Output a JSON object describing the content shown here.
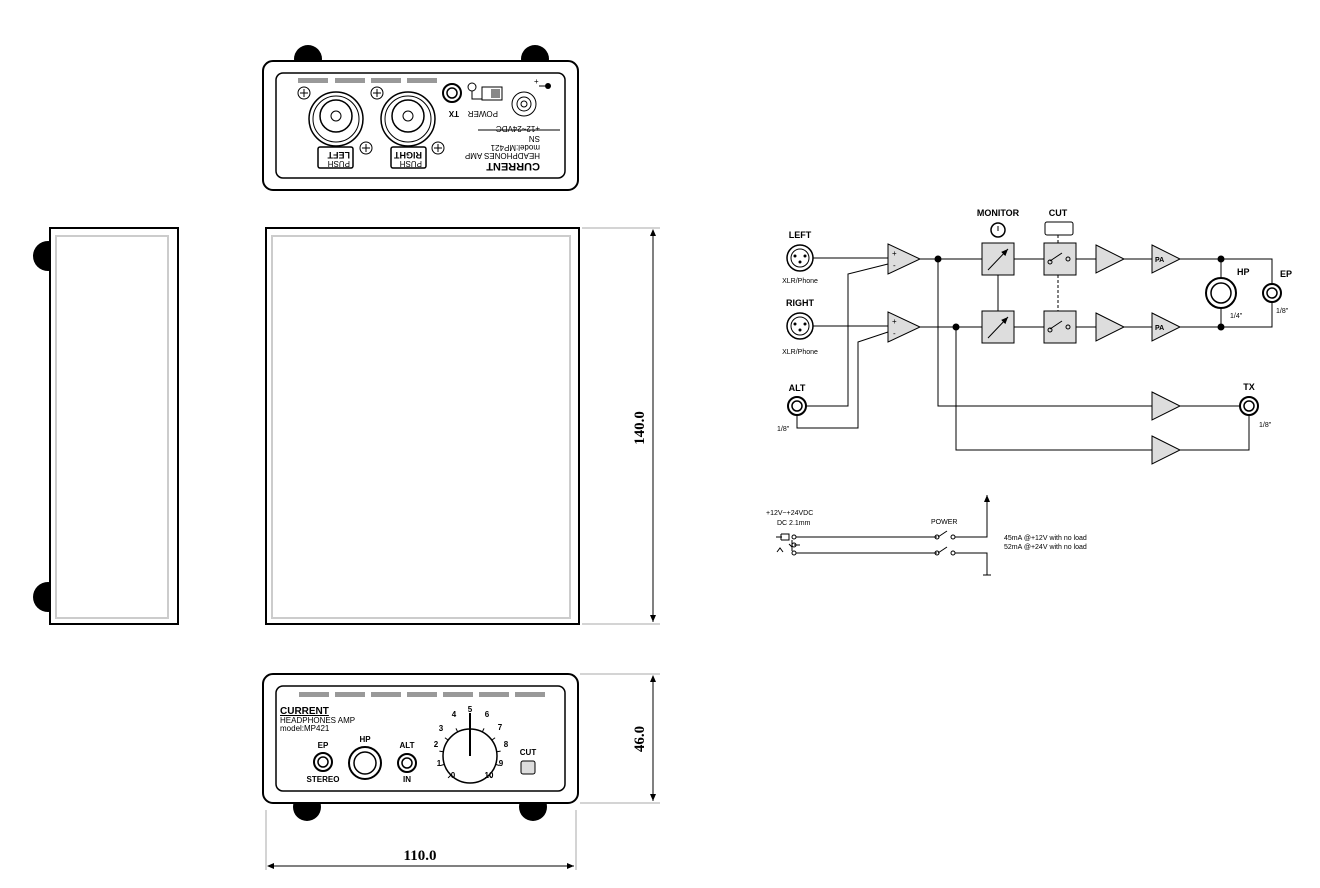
{
  "top_panel": {
    "brand": "CURRENT",
    "product": "HEADPHONES AMP",
    "model": "model:MP421",
    "sn": "SN",
    "voltage": "+12~24VDC",
    "power": "POWER",
    "tx": "TX",
    "right": "RIGHT",
    "left": "LEFT",
    "push": "PUSH"
  },
  "front_panel": {
    "brand": "CURRENT",
    "product": "HEADPHONES AMP",
    "model": "model:MP421",
    "ep": "EP",
    "stereo": "STEREO",
    "hp": "HP",
    "alt": "ALT",
    "in": "IN",
    "cut": "CUT",
    "dial": [
      "0",
      "1",
      "2",
      "3",
      "4",
      "5",
      "6",
      "7",
      "8",
      "9",
      "10"
    ]
  },
  "dimensions": {
    "height": "140.0",
    "depth": "46.0",
    "width": "110.0"
  },
  "block_diagram": {
    "left": "LEFT",
    "left_sub": "XLR/Phone",
    "right": "RIGHT",
    "right_sub": "XLR/Phone",
    "alt": "ALT",
    "alt_sub": "1/8\"",
    "monitor": "MONITOR",
    "cut": "CUT",
    "pa": "PA",
    "hp": "HP",
    "hp_sub": "1/4\"",
    "ep": "EP",
    "ep_sub": "1/8\"",
    "tx": "TX",
    "tx_sub": "1/8\"",
    "plus": "+",
    "minus": "-"
  },
  "power_diagram": {
    "input_line1": "+12V~+24VDC",
    "input_line2": "DC 2.1mm",
    "switch": "POWER",
    "note1": "45mA @+12V with no load",
    "note2": "52mA @+24V with no load"
  }
}
